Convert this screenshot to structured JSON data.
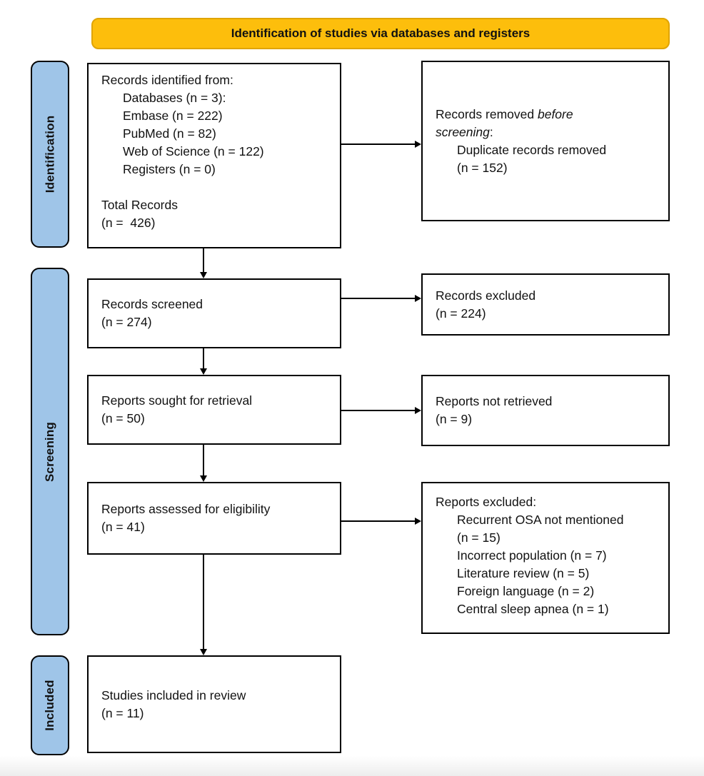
{
  "banner": {
    "title": "Identification of studies via databases and registers"
  },
  "stage_labels": {
    "identification": "Identification",
    "screening": "Screening",
    "included": "Included"
  },
  "boxes": {
    "records_identified": {
      "title": "Records identified from:",
      "items": [
        "Databases (n = 3):",
        "Embase (n = 222)",
        "PubMed (n = 82)",
        "Web of Science (n = 122)",
        "Registers (n = 0)"
      ],
      "total_line1": "Total Records",
      "total_line2": "(n =  426)"
    },
    "records_removed": {
      "line1_regular": "Records removed ",
      "line1_italic": "before",
      "line2_italic": "screening",
      "line2_regular": ":",
      "item_line1": "Duplicate records removed",
      "item_line2": "(n = 152)"
    },
    "records_screened": {
      "line1": "Records screened",
      "line2": "(n = 274)"
    },
    "records_excluded": {
      "line1": "Records excluded",
      "line2": "(n = 224)"
    },
    "reports_sought": {
      "line1": "Reports sought for retrieval",
      "line2": "(n = 50)"
    },
    "reports_not_retrieved": {
      "line1": "Reports not retrieved",
      "line2": "(n = 9)"
    },
    "reports_assessed": {
      "line1": "Reports assessed for eligibility",
      "line2": "(n = 41)"
    },
    "reports_excluded": {
      "title": "Reports excluded:",
      "items": [
        "Recurrent OSA not mentioned",
        "(n = 15)",
        "Incorrect population (n = 7)",
        "Literature review (n = 5)",
        "Foreign language (n = 2)",
        "Central sleep apnea (n = 1)"
      ]
    },
    "studies_included": {
      "line1": "Studies included in review",
      "line2": "(n = 11)"
    }
  },
  "colors": {
    "banner_fill": "#FDBE0C",
    "banner_border": "#E0A400",
    "stage_fill": "#9FC5E8",
    "box_border": "#000000"
  }
}
